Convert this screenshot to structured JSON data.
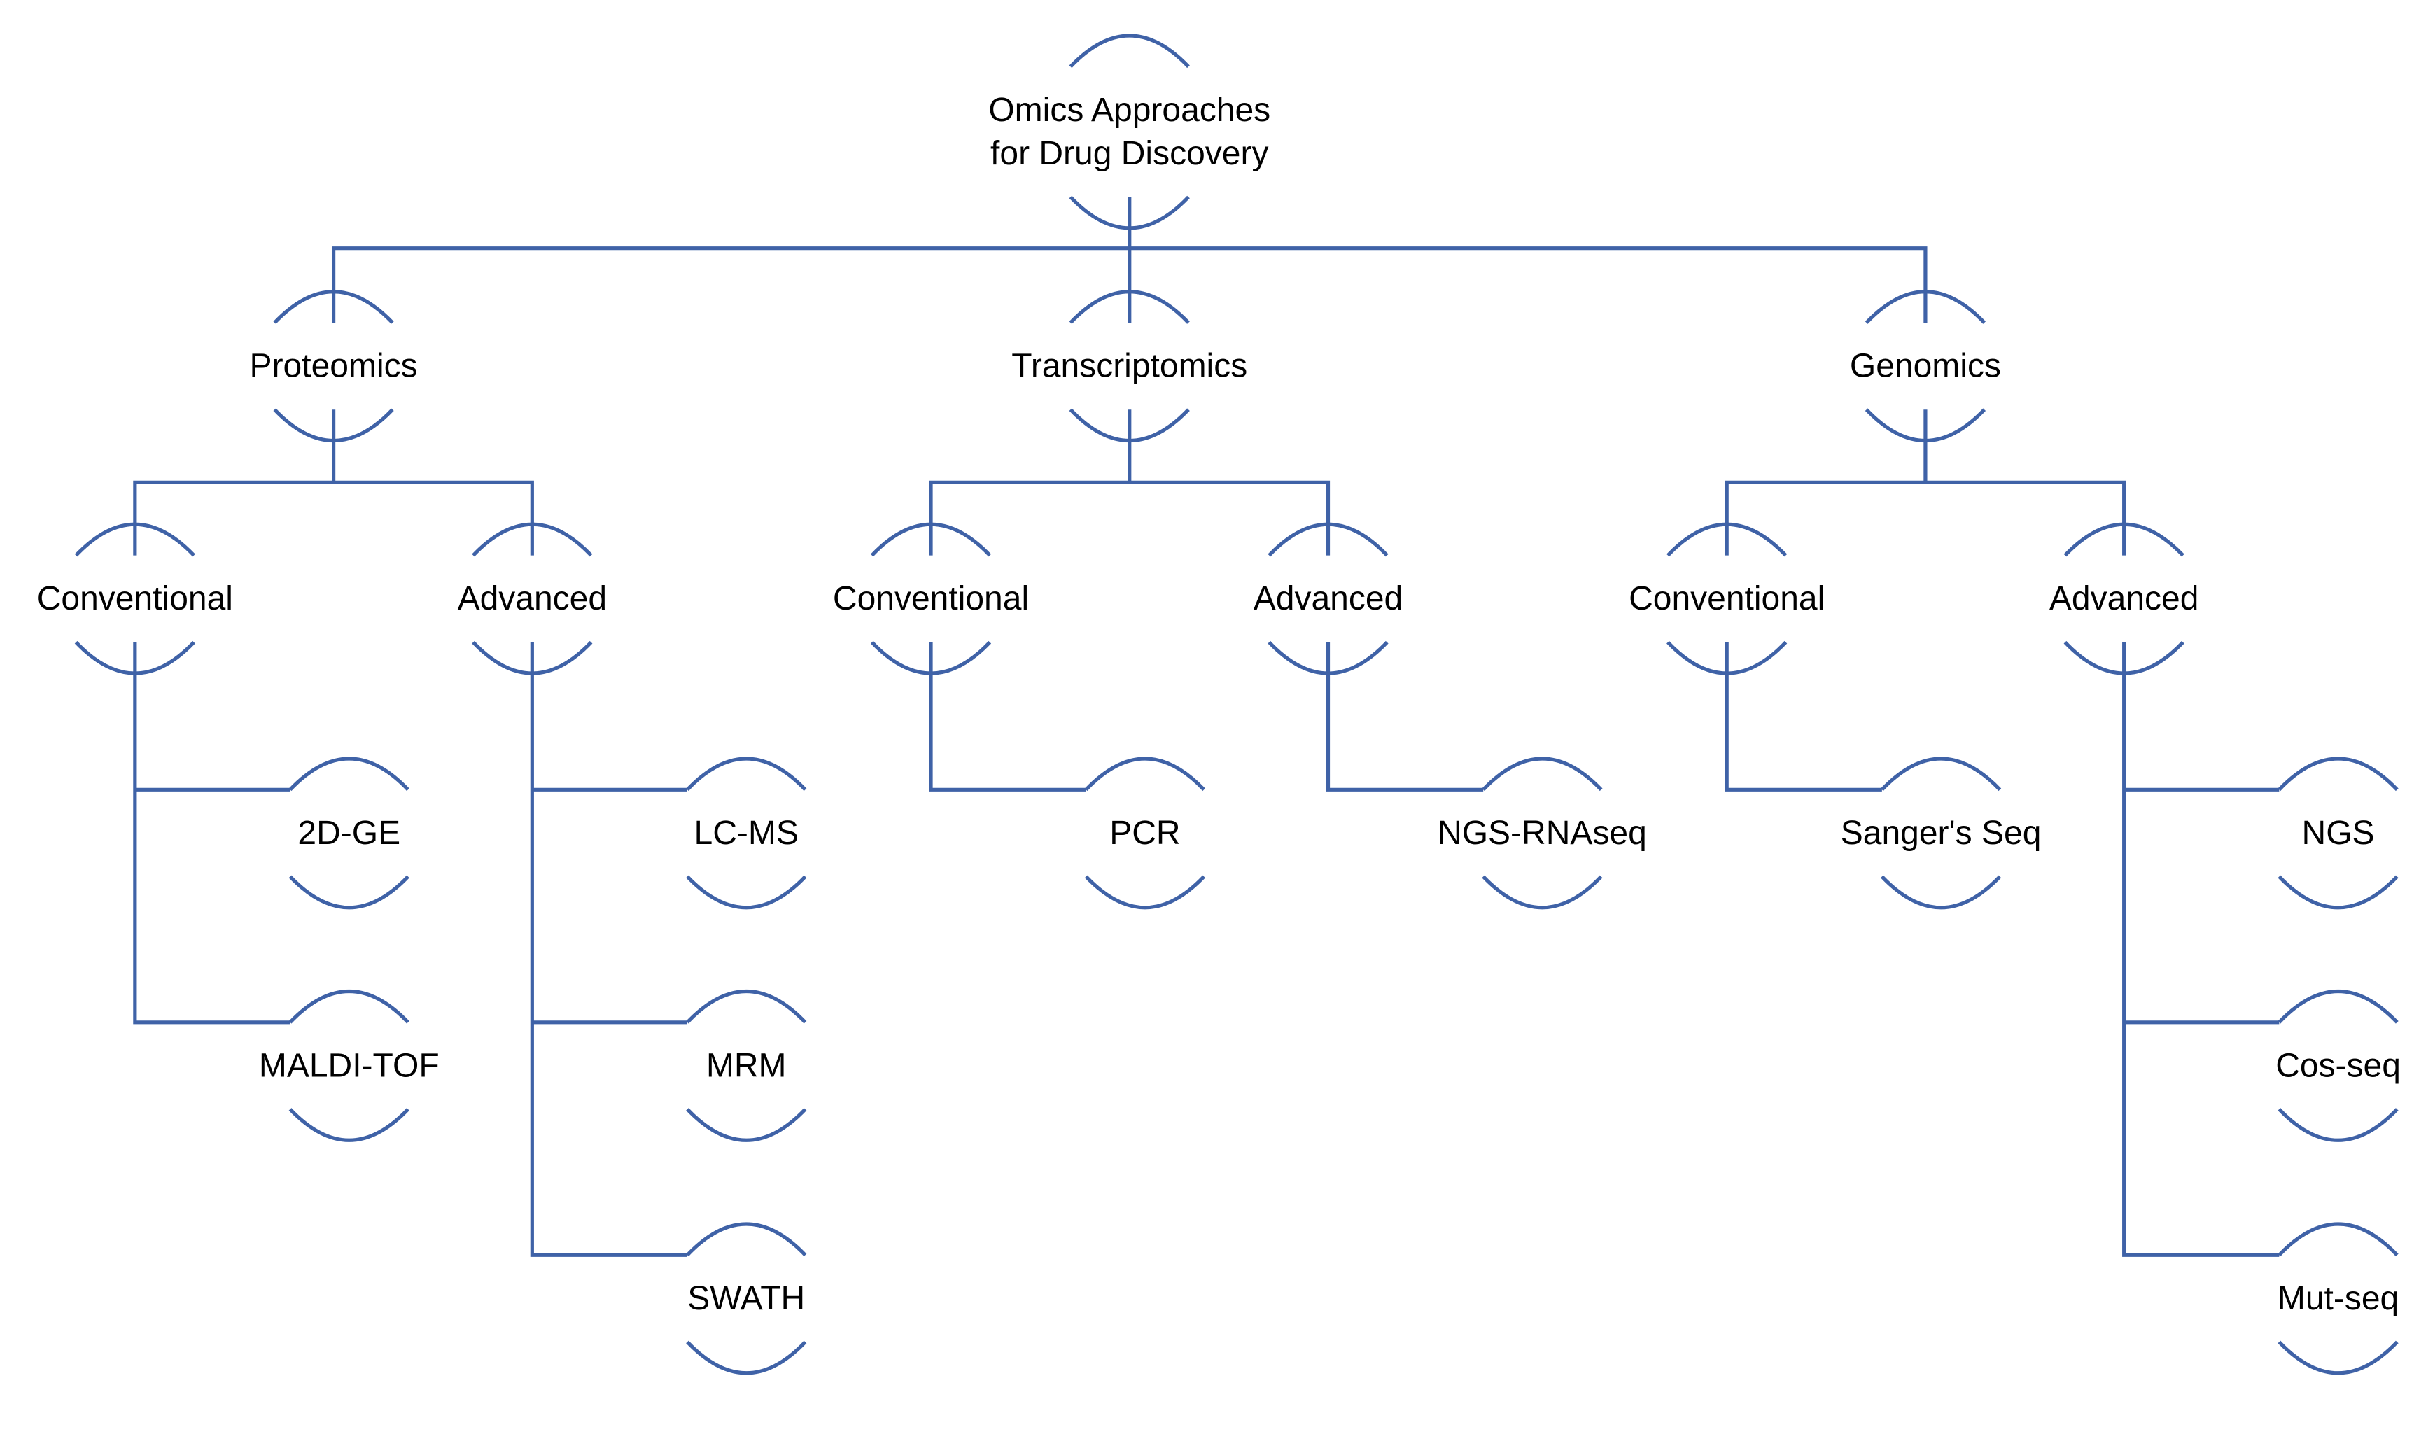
{
  "diagram": {
    "style": {
      "line_color": "#3F62A7",
      "text_color": "#000000",
      "background": "#FFFFFF"
    },
    "root": {
      "label_lines": [
        "Omics Approaches",
        "for Drug Discovery"
      ]
    },
    "branches": [
      {
        "label": "Proteomics",
        "groups": [
          {
            "label": "Conventional",
            "items": [
              "2D-GE",
              "MALDI-TOF"
            ]
          },
          {
            "label": "Advanced",
            "items": [
              "LC-MS",
              "MRM",
              "SWATH"
            ]
          }
        ]
      },
      {
        "label": "Transcriptomics",
        "groups": [
          {
            "label": "Conventional",
            "items": [
              "PCR"
            ]
          },
          {
            "label": "Advanced",
            "items": [
              "NGS-RNAseq"
            ]
          }
        ]
      },
      {
        "label": "Genomics",
        "groups": [
          {
            "label": "Conventional",
            "items": [
              "Sanger's Seq"
            ]
          },
          {
            "label": "Advanced",
            "items": [
              "NGS",
              "Cos-seq",
              "Mut-seq"
            ]
          }
        ]
      }
    ]
  }
}
